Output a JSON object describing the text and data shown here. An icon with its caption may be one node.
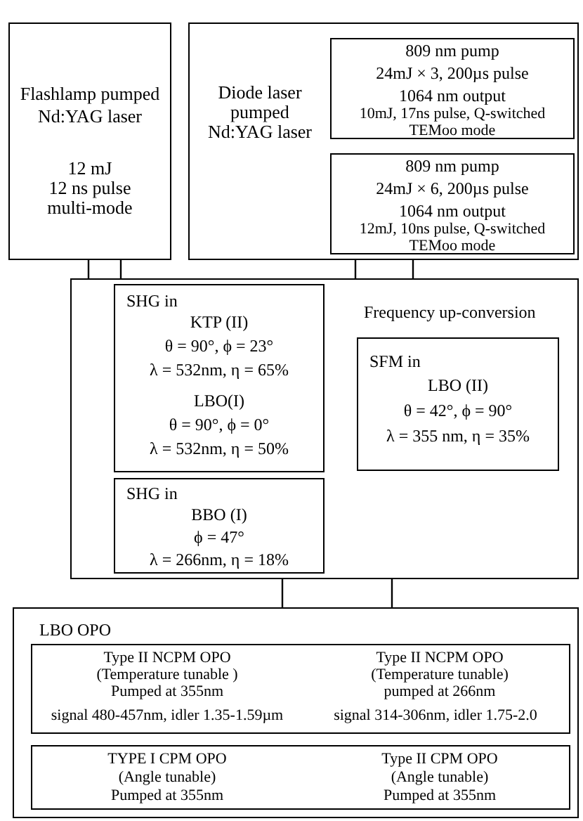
{
  "diagram": {
    "nodes": [
      {
        "text": [
          "Flashlamp pumped Nd:YAG laser",
          "12 mJ",
          "12 ns pulse",
          "multi-mode"
        ]
      },
      {
        "text": [
          "Diode laser pumped Nd:YAG laser"
        ]
      },
      {
        "text": [
          "809 nm pump",
          "24mJ × 3, 200µs pulse",
          "1064 nm output",
          "10mJ, 17ns pulse, Q-switched TEMoo mode"
        ],
        "in": 1
      },
      {
        "text": [
          "809 nm pump",
          "24mJ × 6, 200µs pulse",
          "1064 nm output",
          "12mJ, 10ns pulse, Q-switched TEMoo mode"
        ],
        "in": 1
      },
      {
        "text": [
          "Frequency up-conversion"
        ]
      },
      {
        "text": [
          "SHG in",
          "KTP (II)",
          "θ = 90°, ϕ = 23°",
          "λ = 532nm, η = 65%",
          "LBO(I)",
          "θ = 90°, ϕ = 0°",
          "λ = 532nm, η = 50%"
        ],
        "in": 4
      },
      {
        "text": [
          "SFM in",
          "LBO (II)",
          "θ = 42°, ϕ = 90°",
          "λ = 355 nm, η = 35%"
        ],
        "in": 4
      },
      {
        "text": [
          "SHG in",
          "BBO (I)",
          "ϕ = 47°",
          "λ = 266nm, η = 18%"
        ],
        "in": 4
      },
      {
        "text": [
          "LBO OPO"
        ]
      },
      {
        "text": [
          "Type II NCPM OPO (Temperature tunable ) Pumped at 355nm",
          "signal 480-457nm, idler 1.35-1.59µm",
          "Type II NCPM OPO (Temperature tunable) pumped at 266nm",
          "signal 314-306nm, idler 1.75-2.0"
        ],
        "in": 8
      },
      {
        "text": [
          "TYPE I CPM OPO (Angle tunable) Pumped at 355nm",
          "Type II CPM OPO (Angle tunable) Pumped at 355nm"
        ],
        "in": 8
      }
    ],
    "edges": [
      {
        "from": 0,
        "to": 4,
        "arrow": "none"
      },
      {
        "from": 0,
        "to": 4,
        "arrow": "none"
      },
      {
        "from": 1,
        "to": 4,
        "arrow": "none"
      },
      {
        "from": 1,
        "to": 4,
        "arrow": "none"
      },
      {
        "from": 4,
        "to": 8,
        "arrow": "none"
      },
      {
        "from": 4,
        "to": 8,
        "arrow": "none"
      }
    ]
  }
}
